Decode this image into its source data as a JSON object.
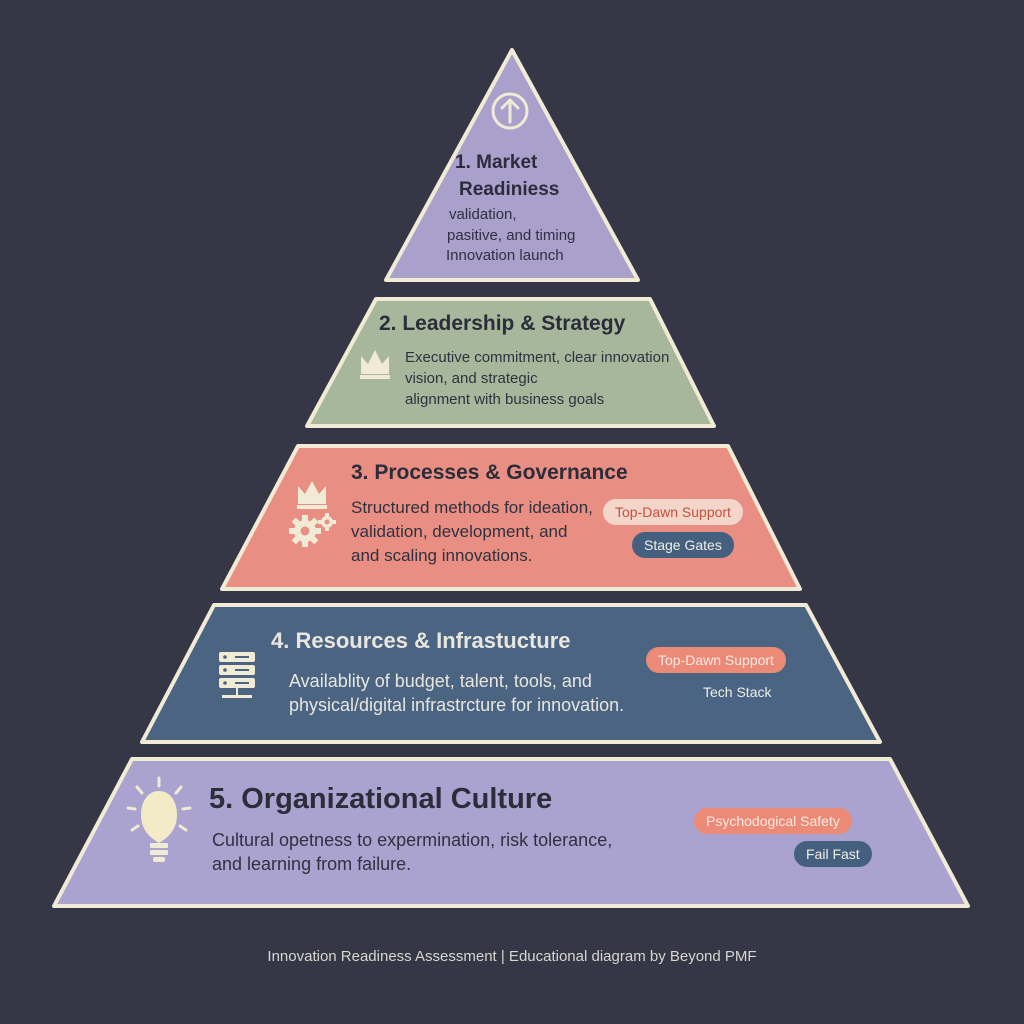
{
  "colors": {
    "background": "#353646",
    "tier1": "#a9a0cc",
    "tier2": "#a7b79b",
    "tier3": "#e98e82",
    "tier4": "#4a6482",
    "tier5": "#aba3cf",
    "outline": "#f1ead5"
  },
  "tiers": [
    {
      "title_line1": "1. Market",
      "title_line2": "Readiniess",
      "desc_line1": "validation,",
      "desc_line2": "pasitive, and timing",
      "desc_line3": "Innovation launch",
      "icon": "arrow-up-circle-icon"
    },
    {
      "title": "2. Leadership & Strategy",
      "desc_line1": "Executive commitment, clear innovation",
      "desc_line2": "vision, and strategic",
      "desc_line3": "alignment with business goals",
      "icon": "crown-icon"
    },
    {
      "title": "3. Processes & Governance",
      "desc_line1": "Structured methods for ideation,",
      "desc_line2": "validation, development, and",
      "desc_line3": "and scaling innovations.",
      "icon": "crown-gears-icon",
      "tags": [
        "Top-Dawn Support",
        "Stage Gates"
      ]
    },
    {
      "title": "4. Resources & Infrastucture",
      "desc_line1": "Availablity of budget, talent, tools, and",
      "desc_line2": "physical/digital infrastrcture for innovation.",
      "icon": "server-icon",
      "tags": [
        "Top-Dawn Support",
        "Tech Stack"
      ]
    },
    {
      "title": "5. Organizational Culture",
      "desc_line1": "Cultural opetness to expermination, risk tolerance,",
      "desc_line2": "and learning from failure.",
      "icon": "lightbulb-icon",
      "tags": [
        "Psychodogical Safety",
        "Fail Fast"
      ]
    }
  ],
  "footer": "Innovation Readiness Assessment | Educational diagram by Beyond PMF"
}
